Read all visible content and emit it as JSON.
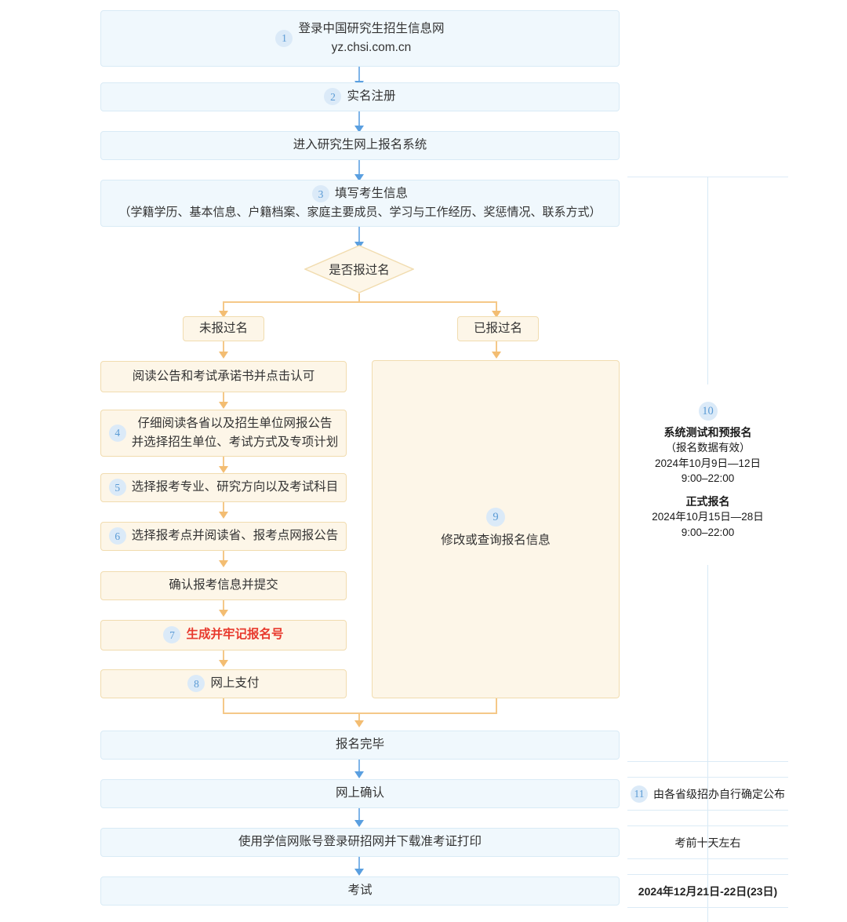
{
  "flow": {
    "steps": [
      {
        "id": "login",
        "num": "1",
        "line1": "登录中国研究生招生信息网",
        "line2": "yz.chsi.com.cn"
      },
      {
        "id": "realname",
        "num": "2",
        "line1": "实名注册"
      },
      {
        "id": "enter-system",
        "num": "",
        "line1": "进入研究生网上报名系统"
      },
      {
        "id": "fill-info",
        "num": "3",
        "line1": "填写考生信息",
        "line2": "（学籍学历、基本信息、户籍档案、家庭主要成员、学习与工作经历、奖惩情况、联系方式）"
      }
    ],
    "decision": {
      "label": "是否报过名"
    },
    "branch_labels": {
      "left": "未报过名",
      "right": "已报过名"
    },
    "left_branch": [
      {
        "num": "",
        "text": "阅读公告和考试承诺书并点击认可"
      },
      {
        "num": "4",
        "line1": "仔细阅读各省以及招生单位网报公告",
        "line2": "并选择招生单位、考试方式及专项计划"
      },
      {
        "num": "5",
        "text": "选择报考专业、研究方向以及考试科目"
      },
      {
        "num": "6",
        "text": "选择报考点并阅读省、报考点网报公告"
      },
      {
        "num": "",
        "text": "确认报考信息并提交"
      },
      {
        "num": "7",
        "text": "生成并牢记报名号",
        "highlight": true
      },
      {
        "num": "8",
        "text": "网上支付"
      }
    ],
    "right_branch": {
      "num": "9",
      "text": "修改或查询报名信息"
    },
    "tail": [
      {
        "id": "done",
        "text": "报名完毕"
      },
      {
        "id": "online-confirm",
        "text": "网上确认"
      },
      {
        "id": "download-ticket",
        "text": "使用学信网账号登录研招网并下载准考证打印"
      },
      {
        "id": "exam",
        "text": "考试"
      }
    ]
  },
  "timeline": {
    "registration": {
      "num": "10",
      "title_a": "系统测试和预报名",
      "note_a": "（报名数据有效）",
      "date_a": "2024年10月9日—12日",
      "time_a": "9:00–22:00",
      "title_b": "正式报名",
      "date_b": "2024年10月15日—28日",
      "time_b": "9:00–22:00"
    },
    "rows": [
      {
        "id": "confirm-date",
        "num": "11",
        "text": "由各省级招办自行确定公布"
      },
      {
        "id": "ticket-date",
        "num": "",
        "text": "考前十天左右"
      },
      {
        "id": "exam-date",
        "num": "",
        "text": "2024年12月21日-22日(23日)"
      }
    ]
  },
  "colors": {
    "blue_fill": "#f0f8fd",
    "blue_border": "#d9ebf6",
    "orange_fill": "#fdf6e8",
    "orange_border": "#f1dcaf",
    "badge_bg": "#dbeaf8",
    "badge_text": "#5b9bd5",
    "arrow_blue": "#5a9fe0",
    "arrow_orange": "#f3bd72",
    "highlight_red": "#e8392d"
  }
}
